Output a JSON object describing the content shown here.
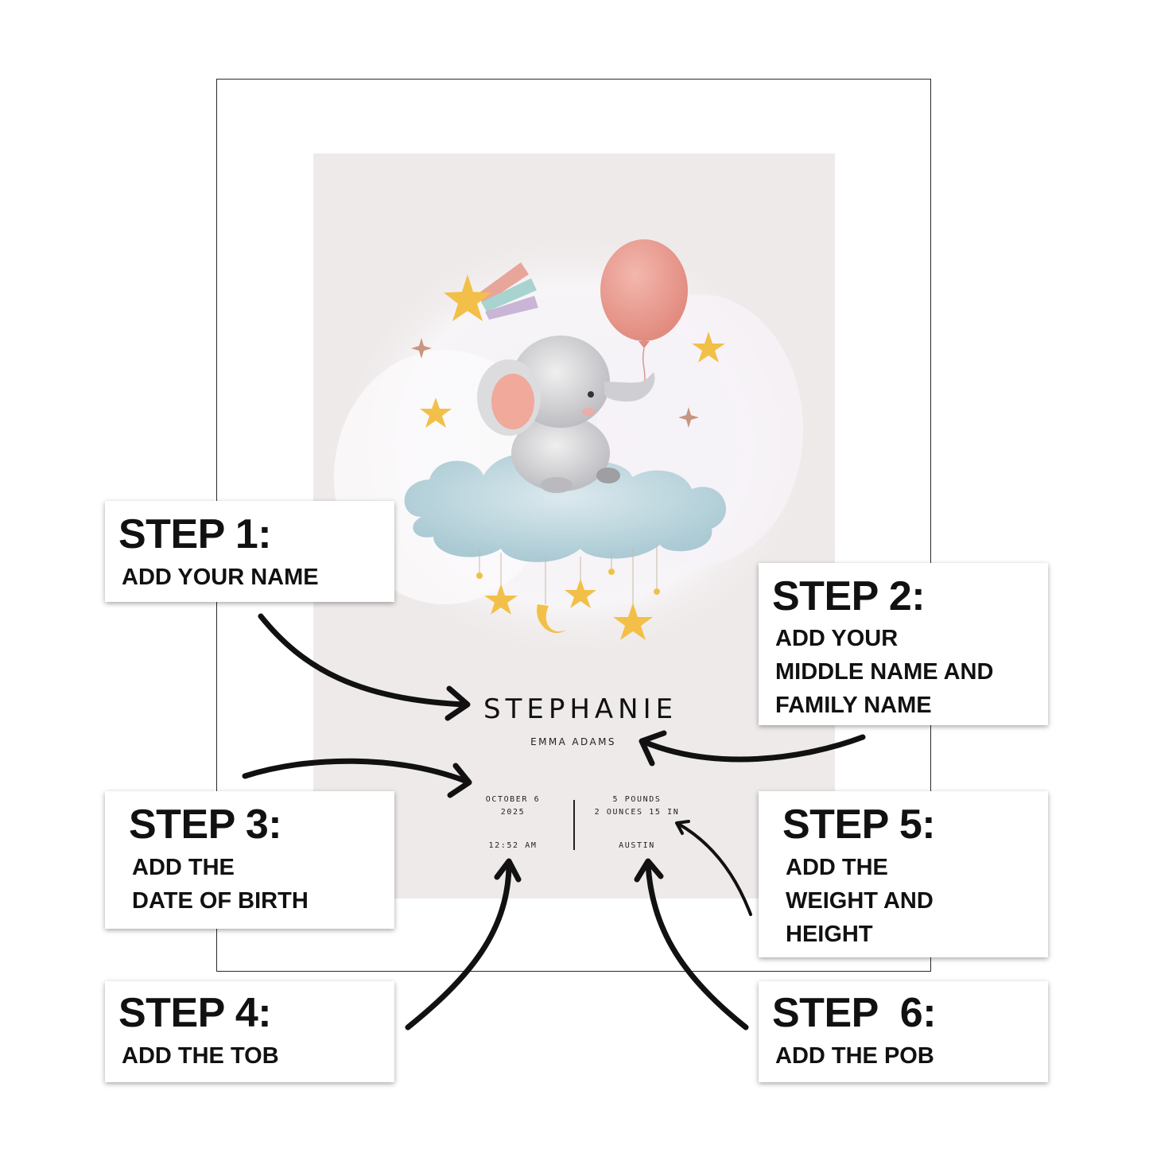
{
  "poster": {
    "first_name": "STEPHANIE",
    "middle_family": "EMMA ADAMS",
    "date_line1": "OCTOBER 6",
    "date_line2": "2025",
    "time": "12:52 AM",
    "weight": "5 POUNDS",
    "height": "2 OUNCES 15 IN",
    "place": "AUSTIN"
  },
  "steps": [
    {
      "title": "STEP 1:",
      "lines": [
        "ADD YOUR NAME"
      ]
    },
    {
      "title": "STEP 2:",
      "lines": [
        "ADD YOUR",
        "MIDDLE NAME AND",
        "FAMILY NAME"
      ]
    },
    {
      "title": "STEP 3:",
      "lines": [
        "ADD THE",
        "DATE OF BIRTH"
      ]
    },
    {
      "title": "STEP 4:",
      "lines": [
        "ADD THE TOB"
      ]
    },
    {
      "title": "STEP 5:",
      "lines": [
        "ADD THE",
        "WEIGHT AND",
        "HEIGHT"
      ]
    },
    {
      "title": "STEP  6:",
      "lines": [
        "ADD THE POB"
      ]
    }
  ],
  "colors": {
    "poster_bg": "#efeaea",
    "balloon": "#e99a8e",
    "star": "#f2c048",
    "cloud": "#bcd6de",
    "elephant": "#cfcfd2"
  }
}
